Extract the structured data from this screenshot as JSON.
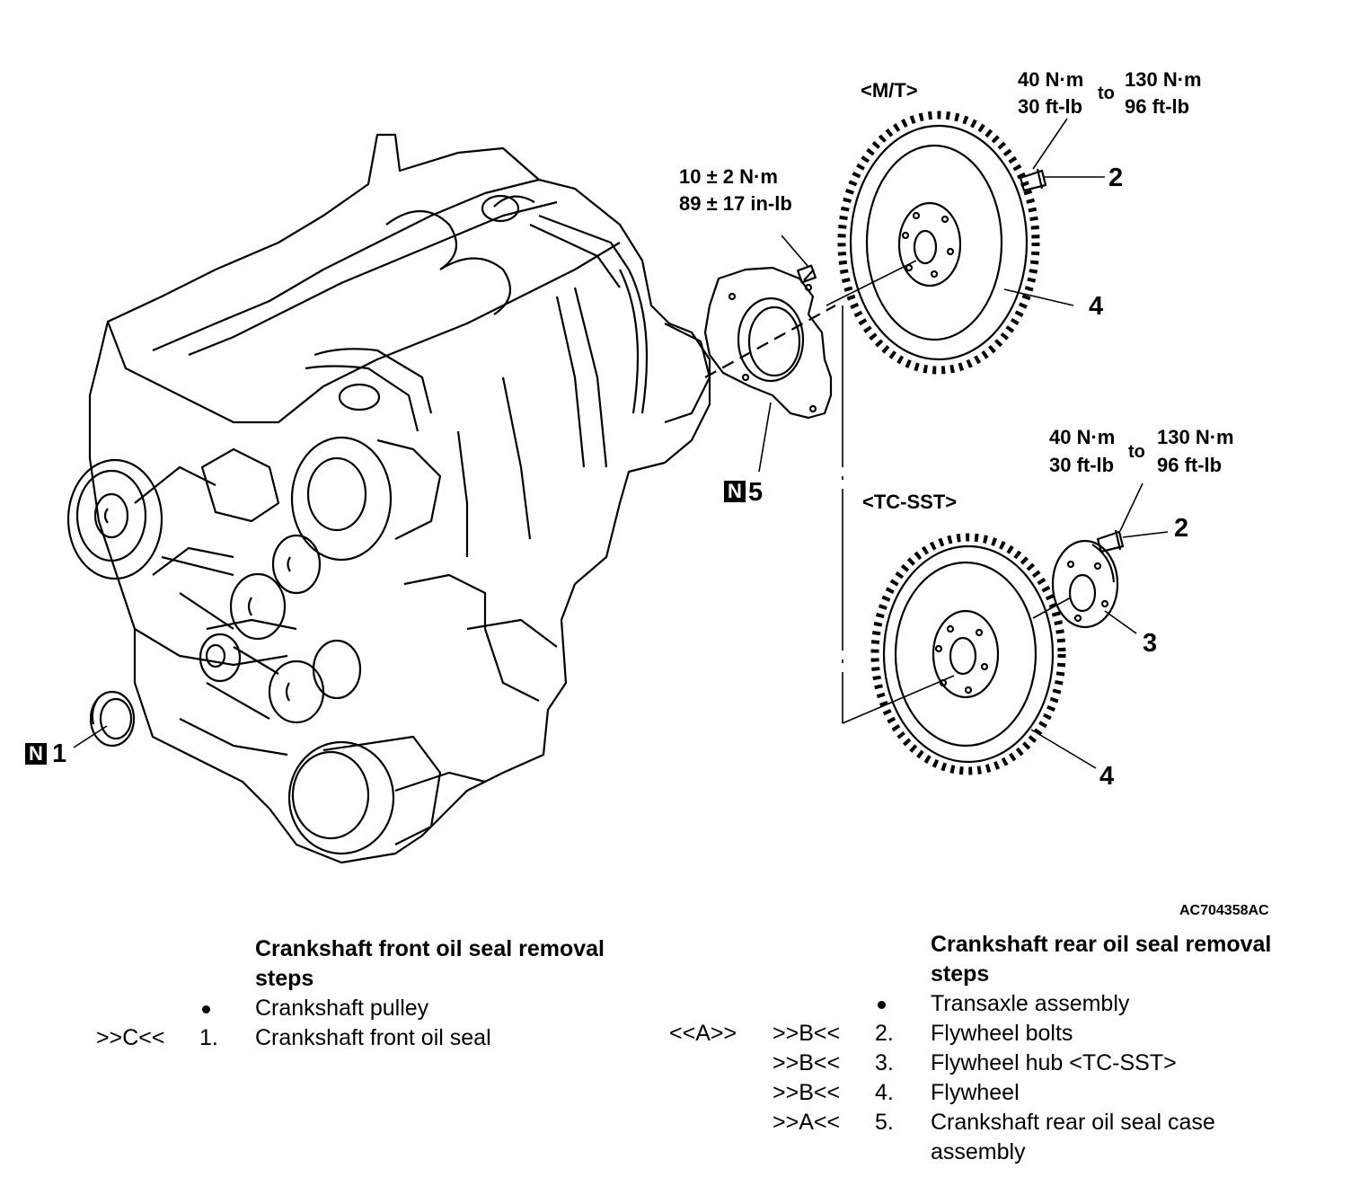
{
  "figure_id": "AC704358AC",
  "variants": {
    "mt": "<M/T>",
    "tcsst": "<TC-SST>"
  },
  "torque_mt_bolt": {
    "a1": "40 N·m",
    "a2": "30 ft-lb",
    "to": "to",
    "b1": "130 N·m",
    "b2": "96 ft-lb"
  },
  "torque_seal_case": {
    "a1": "10 ± 2 N·m",
    "a2": "89 ± 17 in-lb"
  },
  "torque_tc_bolt": {
    "a1": "40 N·m",
    "a2": "30 ft-lb",
    "to": "to",
    "b1": "130 N·m",
    "b2": "96 ft-lb"
  },
  "callouts": {
    "c1": "1",
    "c2_mt": "2",
    "c4_mt": "4",
    "c5": "5",
    "c2_tc": "2",
    "c3_tc": "3",
    "c4_tc": "4",
    "n_symbol": "N"
  },
  "front_steps": {
    "heading": "Crankshaft front oil seal removal steps",
    "rows": [
      {
        "op1": "",
        "num": "",
        "label": "Crankshaft pulley",
        "bullet": true
      },
      {
        "op1": ">>C<<",
        "num": "1.",
        "label": "Crankshaft front oil seal",
        "bullet": false
      }
    ]
  },
  "rear_steps": {
    "heading": "Crankshaft rear oil seal removal steps",
    "rows": [
      {
        "op0": "",
        "op1": "",
        "num": "",
        "label": "Transaxle assembly",
        "bullet": true
      },
      {
        "op0": "<<A>>",
        "op1": ">>B<<",
        "num": "2.",
        "label": "Flywheel bolts",
        "bullet": false
      },
      {
        "op0": "",
        "op1": ">>B<<",
        "num": "3.",
        "label": "Flywheel hub <TC-SST>",
        "bullet": false
      },
      {
        "op0": "",
        "op1": ">>B<<",
        "num": "4.",
        "label": "Flywheel",
        "bullet": false
      },
      {
        "op0": "",
        "op1": ">>A<<",
        "num": "5.",
        "label": "Crankshaft rear oil seal case assembly",
        "bullet": false
      }
    ]
  }
}
